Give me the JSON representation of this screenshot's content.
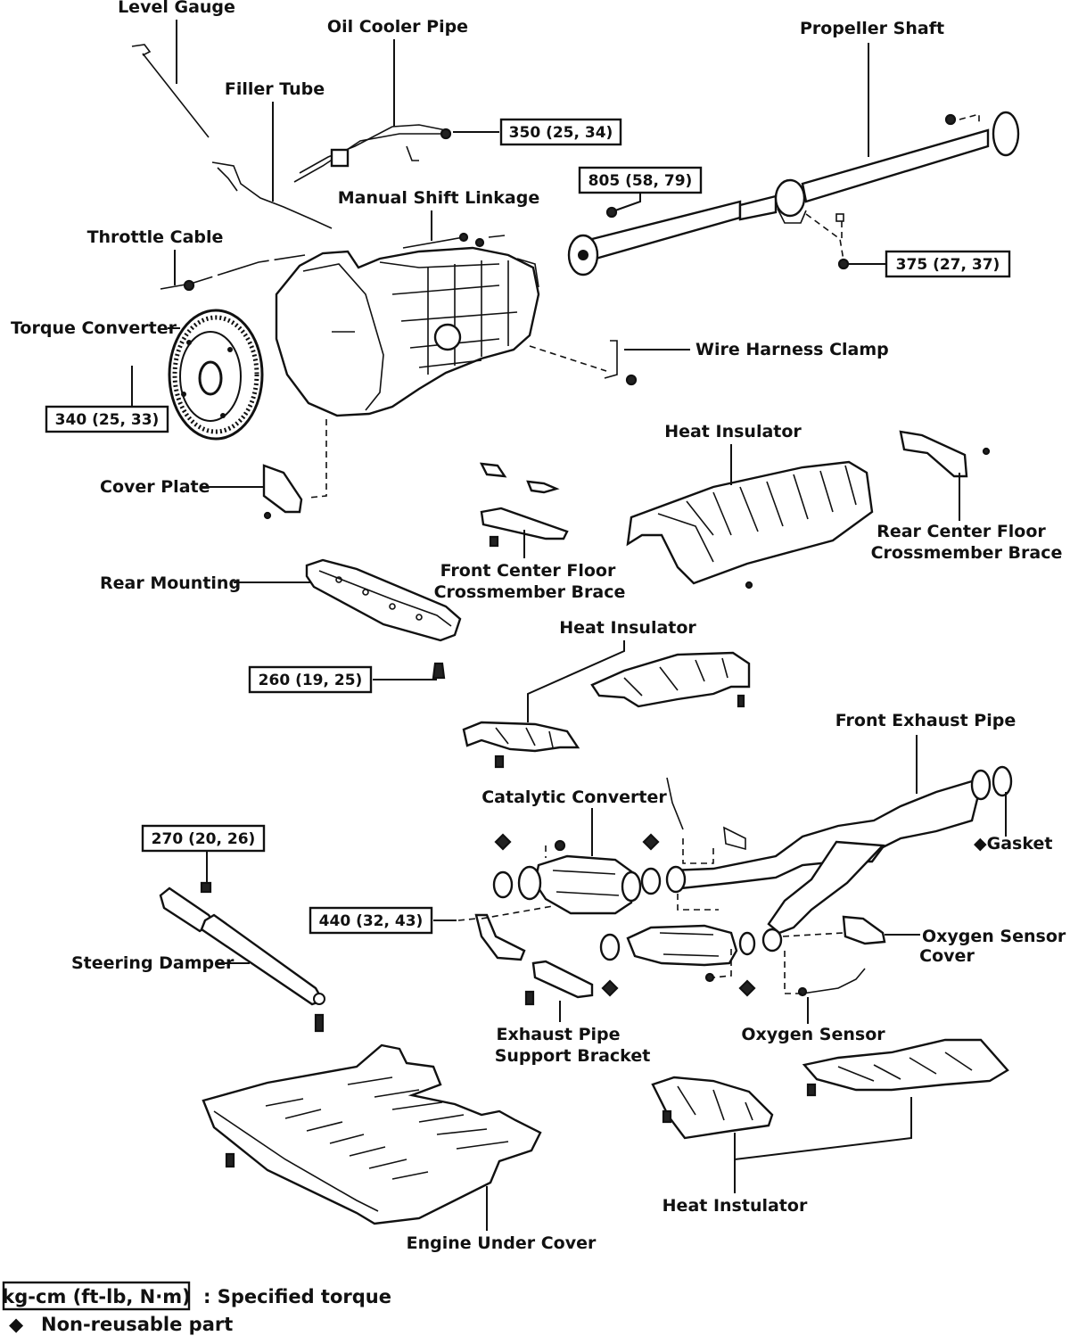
{
  "labels": {
    "level_gauge": "Level Gauge",
    "oil_cooler_pipe": "Oil Cooler Pipe",
    "propeller_shaft": "Propeller Shaft",
    "filler_tube": "Filler Tube",
    "manual_shift_linkage": "Manual Shift Linkage",
    "throttle_cable": "Throttle Cable",
    "torque_converter": "Torque Converter",
    "wire_harness_clamp": "Wire Harness Clamp",
    "heat_insulator_top": "Heat Insulator",
    "cover_plate": "Cover Plate",
    "rear_center_floor_1": "Rear Center Floor",
    "rear_center_floor_2": "Crossmember Brace",
    "front_center_floor_1": "Front Center Floor",
    "front_center_floor_2": "Crossmember Brace",
    "rear_mounting": "Rear Mounting",
    "heat_insulator_mid": "Heat Insulator",
    "front_exhaust_pipe": "Front Exhaust Pipe",
    "catalytic_converter": "Catalytic Converter",
    "gasket": "◆Gasket",
    "oxygen_sensor_cover_1": "Oxygen Sensor",
    "oxygen_sensor_cover_2": "Cover",
    "steering_damper": "Steering Damper",
    "oxygen_sensor": "Oxygen Sensor",
    "exhaust_pipe_support_1": "Exhaust Pipe",
    "exhaust_pipe_support_2": "Support Bracket",
    "heat_instulator_bottom": "Heat Instulator",
    "engine_under_cover": "Engine Under Cover"
  },
  "torques": {
    "t350": "350 (25, 34)",
    "t805": "805 (58, 79)",
    "t375": "375 (27, 37)",
    "t340": "340 (25, 33)",
    "t260": "260 (19, 25)",
    "t270": "270 (20, 26)",
    "t440": "440 (32, 43)"
  },
  "legend": {
    "unit_box": "kg-cm (ft-lb, N·m)",
    "unit_text": ":  Specified torque",
    "diamond": "◆",
    "non_reusable": "Non-reusable part"
  }
}
